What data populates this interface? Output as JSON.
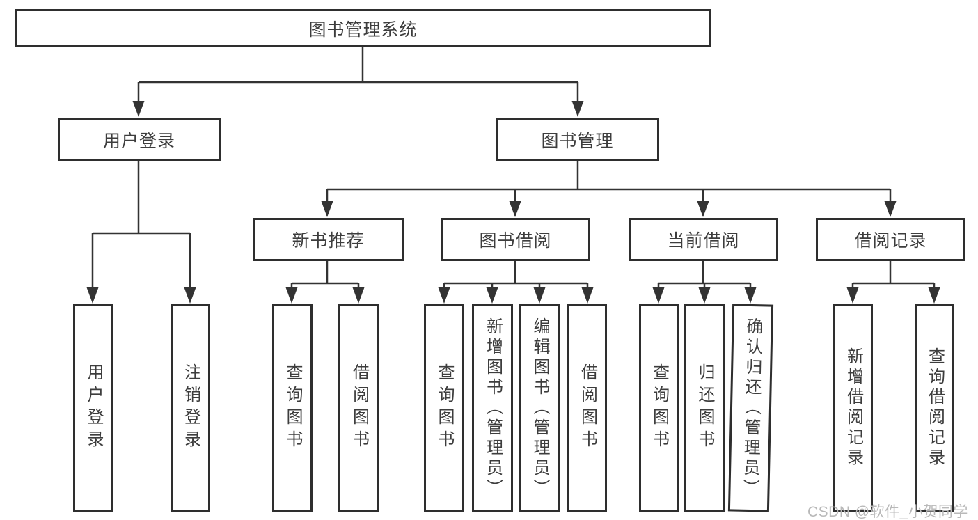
{
  "diagram": {
    "root": {
      "label": "图书管理系统"
    },
    "branches": {
      "user_login": {
        "label": "用户登录",
        "children": {
          "login": "用户登录",
          "logout": "注销登录"
        }
      },
      "book_mgmt": {
        "label": "图书管理",
        "sections": {
          "new_book_rec": {
            "label": "新书推荐",
            "children": {
              "query_books": "查询图书",
              "borrow_books": "借阅图书"
            }
          },
          "book_borrow": {
            "label": "图书借阅",
            "children": {
              "query_books": "查询图书",
              "add_books": "新增图书（管理员）",
              "edit_books": "编辑图书（管理员）",
              "borrow_books": "借阅图书"
            }
          },
          "current_borrow": {
            "label": "当前借阅",
            "children": {
              "query_books": "查询图书",
              "return_books": "归还图书",
              "confirm_return": "确认归还（管理员）"
            }
          },
          "borrow_record": {
            "label": "借阅记录",
            "children": {
              "add_record": "新增借阅记录",
              "query_record": "查询借阅记录"
            }
          }
        }
      }
    }
  },
  "watermark": "CSDN @软件_小贺同学",
  "colors": {
    "line": "#333333",
    "box_border": "#2e2e2e",
    "text": "#3d3d3d",
    "watermark": "#b9b9b9",
    "background": "#ffffff"
  }
}
